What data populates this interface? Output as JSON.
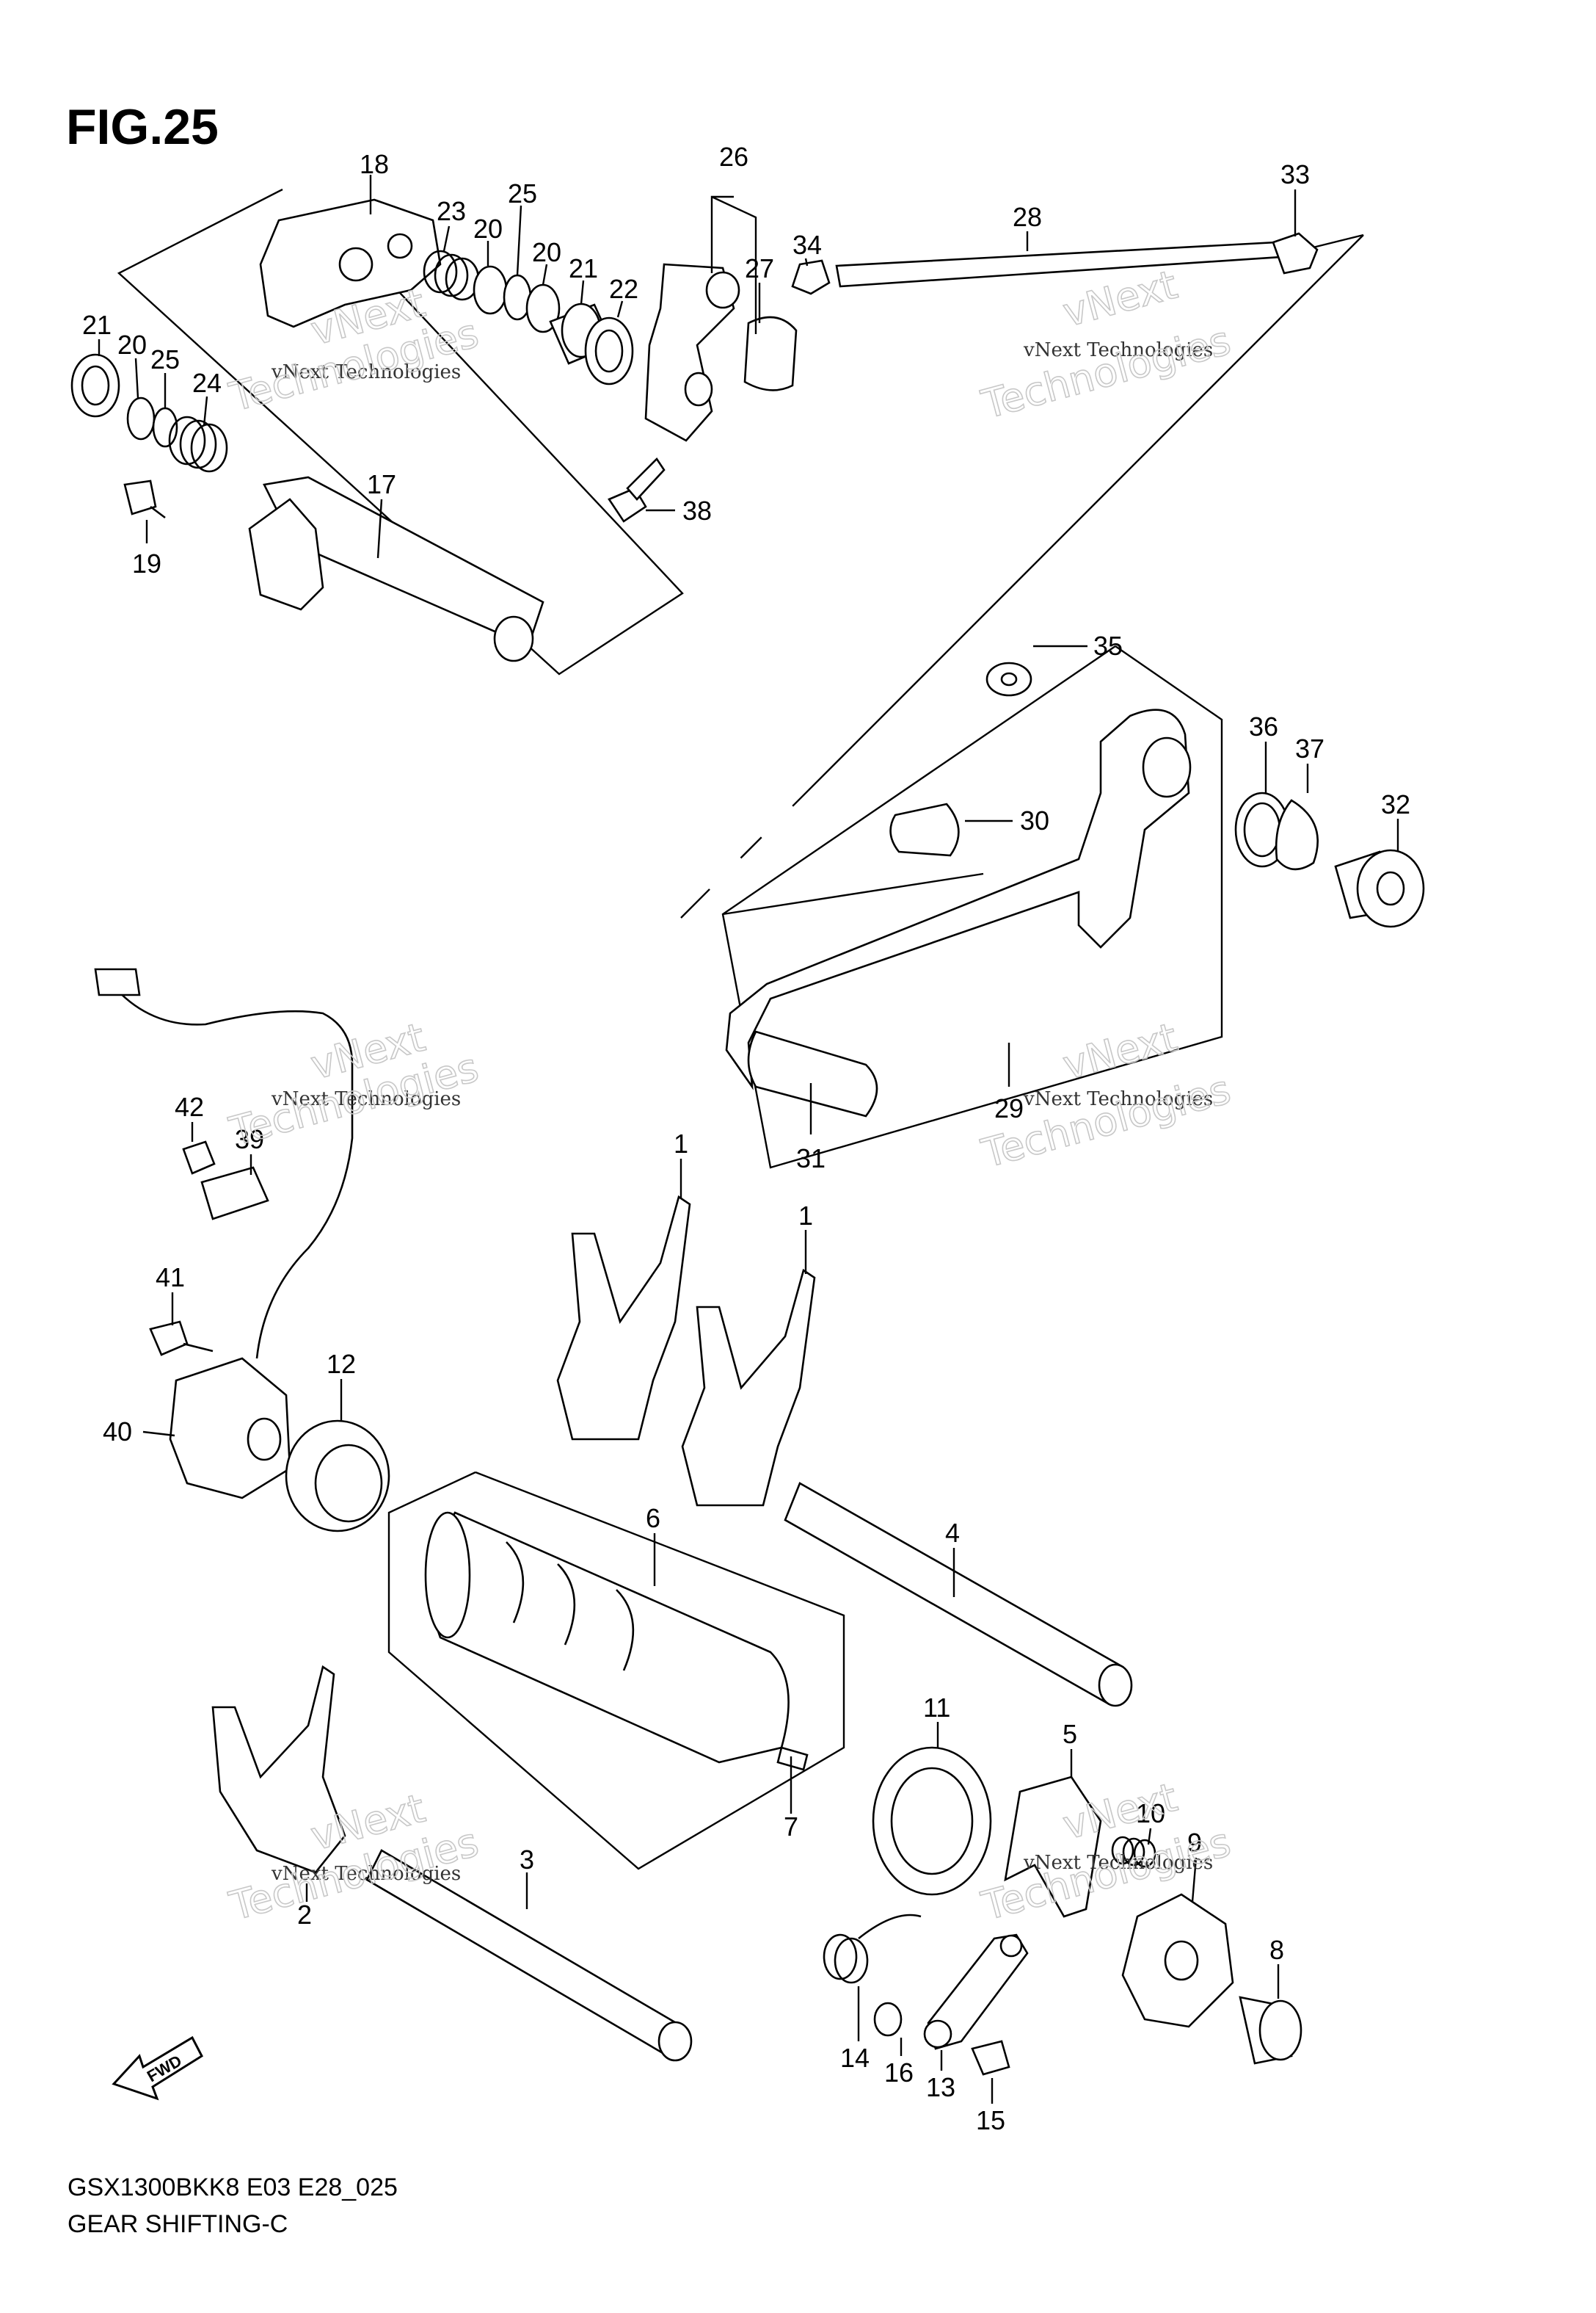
{
  "figure": {
    "title": "FIG.25"
  },
  "footer": {
    "model": "GSX1300BKK8 E03 E28_025",
    "section": "GEAR SHIFTING-C"
  },
  "fwd_badge": {
    "label": "FWD"
  },
  "watermark": {
    "line1": "vNext Technologies",
    "line2": "Technologies",
    "line3": "vNext"
  },
  "callouts": [
    {
      "n": "18"
    },
    {
      "n": "23"
    },
    {
      "n": "25"
    },
    {
      "n": "20"
    },
    {
      "n": "20"
    },
    {
      "n": "21"
    },
    {
      "n": "22"
    },
    {
      "n": "26"
    },
    {
      "n": "27"
    },
    {
      "n": "34"
    },
    {
      "n": "28"
    },
    {
      "n": "33"
    },
    {
      "n": "21"
    },
    {
      "n": "20"
    },
    {
      "n": "25"
    },
    {
      "n": "24"
    },
    {
      "n": "17"
    },
    {
      "n": "19"
    },
    {
      "n": "38"
    },
    {
      "n": "35"
    },
    {
      "n": "30"
    },
    {
      "n": "36"
    },
    {
      "n": "37"
    },
    {
      "n": "32"
    },
    {
      "n": "29"
    },
    {
      "n": "31"
    },
    {
      "n": "42"
    },
    {
      "n": "39"
    },
    {
      "n": "41"
    },
    {
      "n": "40"
    },
    {
      "n": "12"
    },
    {
      "n": "1"
    },
    {
      "n": "1"
    },
    {
      "n": "6"
    },
    {
      "n": "4"
    },
    {
      "n": "11"
    },
    {
      "n": "5"
    },
    {
      "n": "10"
    },
    {
      "n": "9"
    },
    {
      "n": "8"
    },
    {
      "n": "7"
    },
    {
      "n": "3"
    },
    {
      "n": "2"
    },
    {
      "n": "14"
    },
    {
      "n": "16"
    },
    {
      "n": "13"
    },
    {
      "n": "15"
    }
  ]
}
